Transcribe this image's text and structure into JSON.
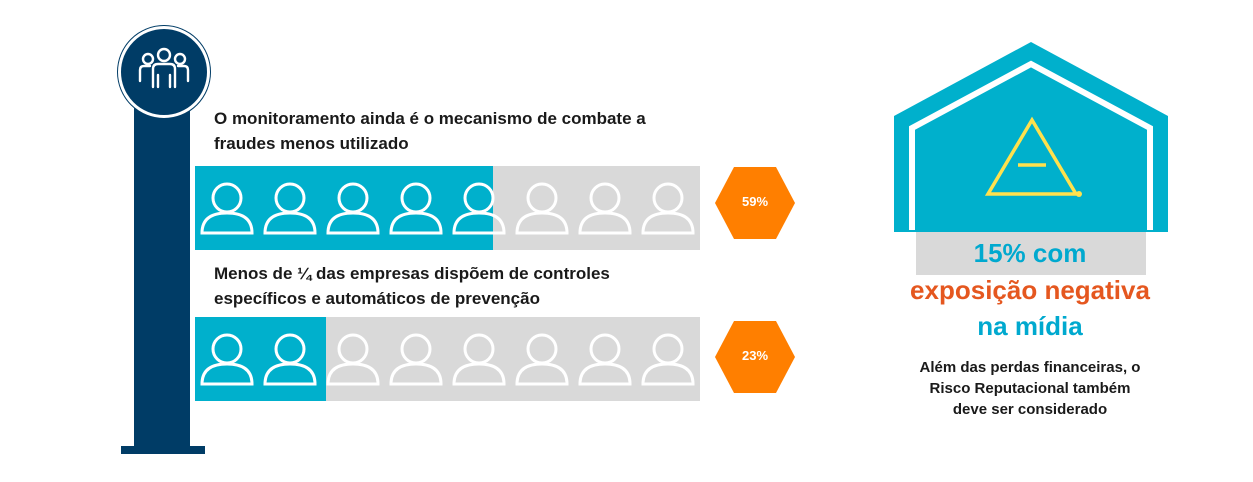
{
  "left": {
    "stat1": {
      "title": "O monitoramento ainda é o mecanismo de combate a fraudes menos utilizado",
      "title_line1": "O monitoramento ainda é o mecanismo de combate a",
      "title_line2": "fraudes menos utilizado",
      "percent": 59,
      "percent_label": "59%"
    },
    "stat2": {
      "title": "Menos de ¼ das empresas dispõem de controles específicos e automáticos de prevenção",
      "title_line1": "Menos de ¼ das empresas dispõem de controles",
      "title_line2": "específicos e automáticos de prevenção",
      "percent": 23,
      "percent_label": "23%"
    },
    "people_per_bar": 8
  },
  "right": {
    "line1": "15% com",
    "line2": "exposição negativa",
    "line3": "na mídia",
    "desc_line1": "Além das perdas financeiras, o",
    "desc_line2": "Risco Reputacional também",
    "desc_line3": "deve ser considerado"
  },
  "colors": {
    "navy": "#003c66",
    "cyan": "#00b0cc",
    "gray": "#d9d9d9",
    "orange": "#ff7f00",
    "red_orange": "#e5571f",
    "yellow": "#ffe14d"
  },
  "icons": {
    "header": "people-group-icon",
    "person": "person-outline-icon",
    "warning": "warning-triangle-icon"
  }
}
